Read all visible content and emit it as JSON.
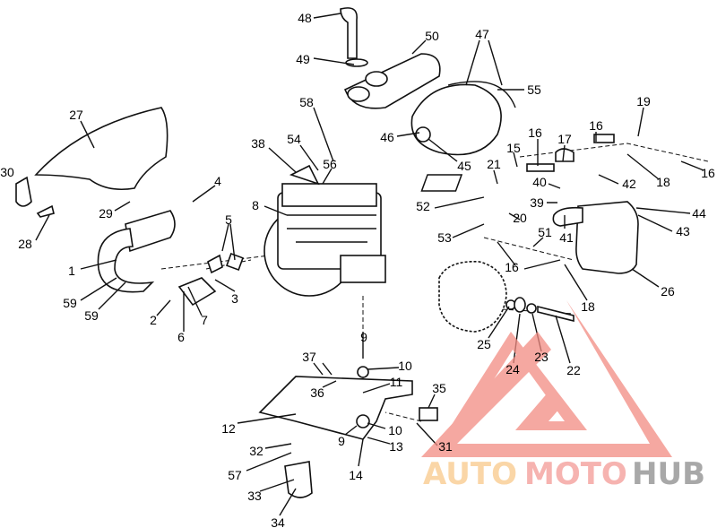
{
  "diagram": {
    "callouts": [
      "48",
      "50",
      "47",
      "49",
      "55",
      "27",
      "58",
      "46",
      "45",
      "19",
      "16",
      "17",
      "16",
      "15",
      "38",
      "54",
      "56",
      "30",
      "21",
      "42",
      "18",
      "16",
      "4",
      "29",
      "8",
      "40",
      "39",
      "52",
      "20",
      "44",
      "41",
      "43",
      "5",
      "53",
      "51",
      "28",
      "16",
      "26",
      "1",
      "59",
      "59",
      "3",
      "18",
      "2",
      "7",
      "6",
      "25",
      "24",
      "23",
      "22",
      "9",
      "37",
      "10",
      "36",
      "11",
      "35",
      "12",
      "10",
      "9",
      "13",
      "31",
      "32",
      "57",
      "14",
      "33",
      "34"
    ]
  },
  "watermark": {
    "part1": "AUTO",
    "part2": "MOTO",
    "part3": "HUB",
    "colors": {
      "triangle": "#f28b82",
      "auto": "#f9c98a",
      "moto": "#f39a96",
      "hub": "#8c8c8c"
    }
  }
}
